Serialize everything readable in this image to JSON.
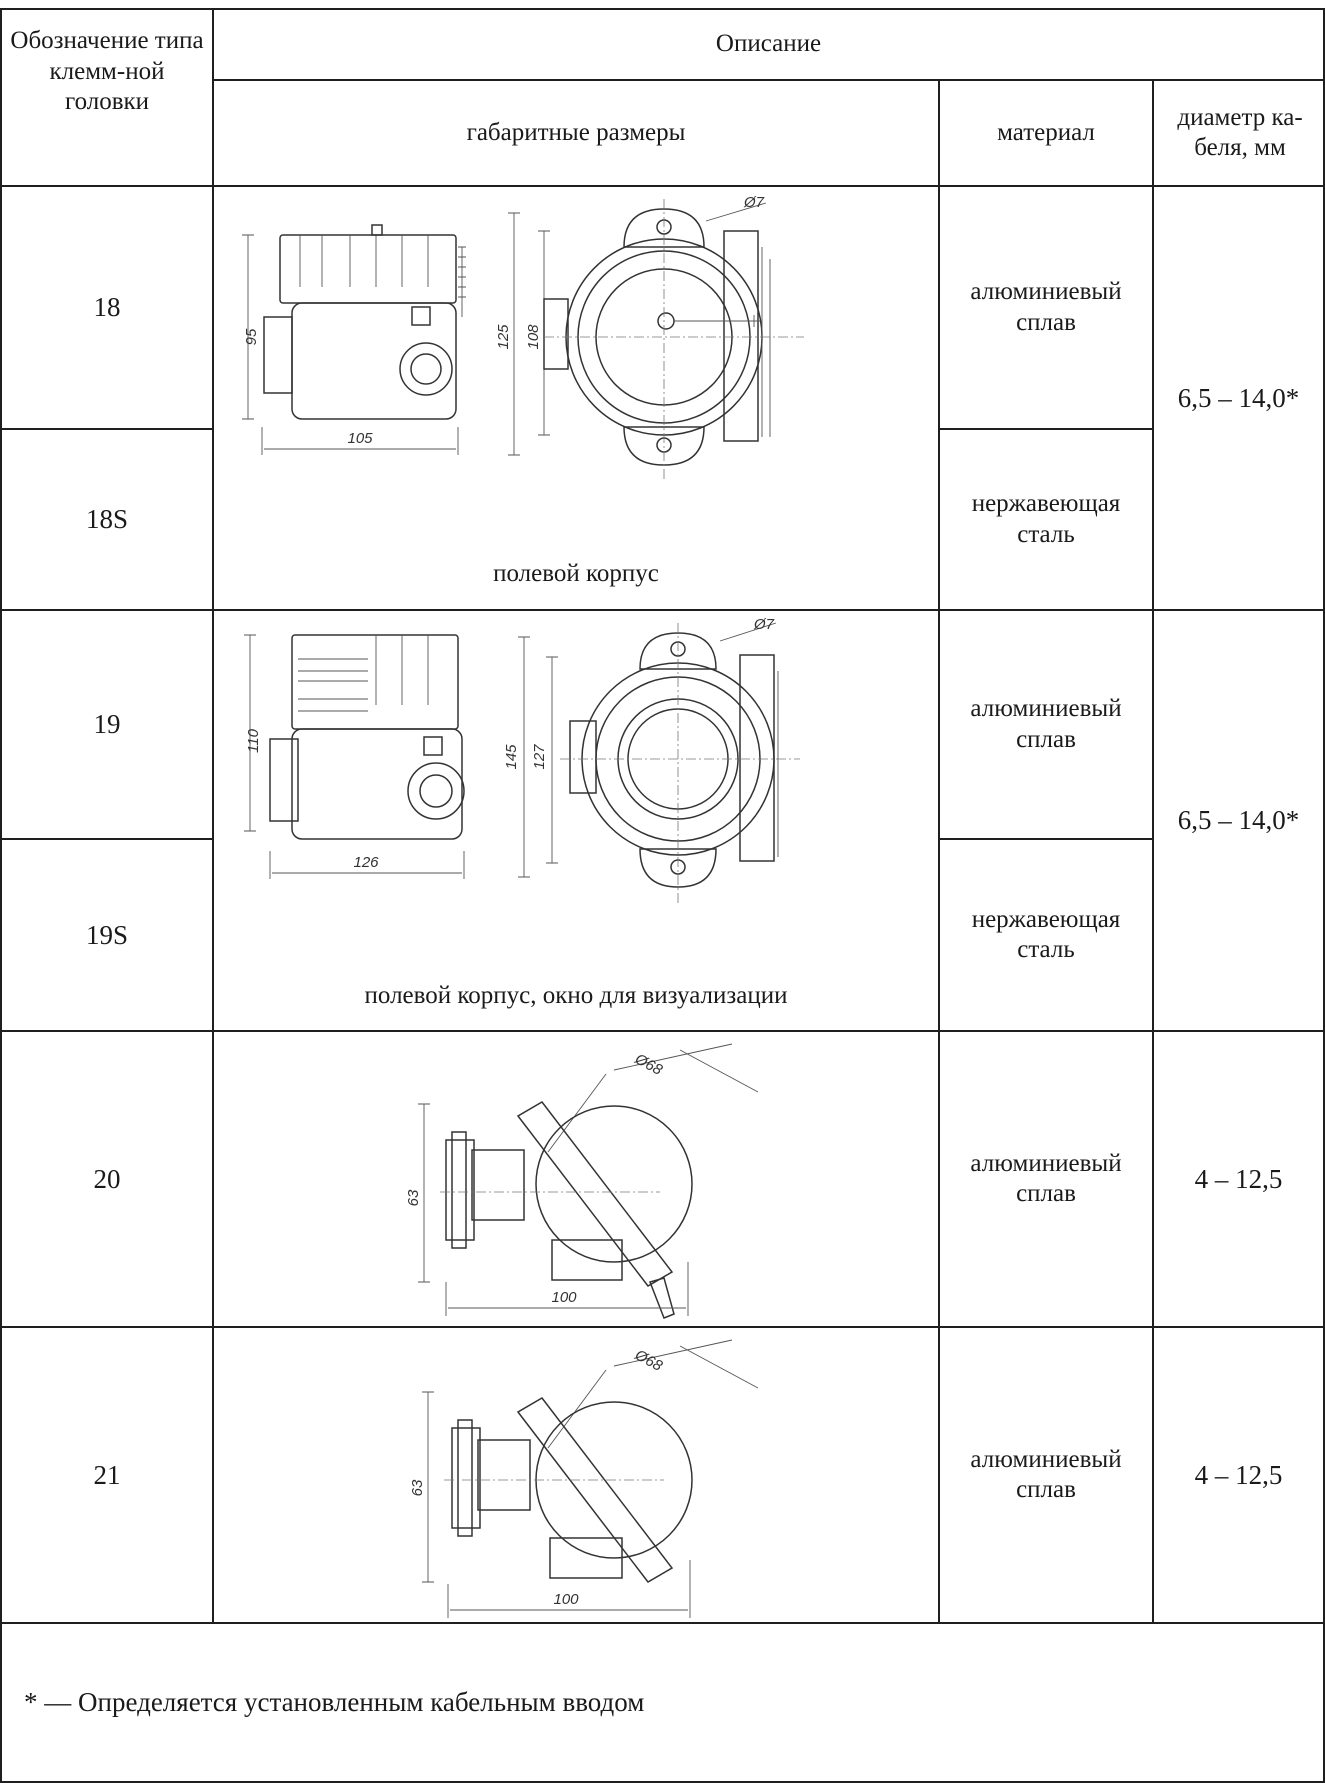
{
  "table": {
    "header": {
      "designation": "Обозначение типа клемм-ной головки",
      "description": "Описание",
      "dimensions": "габаритные размеры",
      "material": "материал",
      "cable_diameter": "диаметр ка-беля, мм"
    },
    "rows": [
      {
        "designation": "18",
        "material": "алюминиевый сплав",
        "cable": "6,5 – 14,0*"
      },
      {
        "designation": "18S",
        "material": "нержавеющая сталь"
      },
      {
        "designation": "19",
        "material": "алюминиевый сплав",
        "cable": "6,5 – 14,0*"
      },
      {
        "designation": "19S",
        "material": "нержавеющая сталь"
      },
      {
        "designation": "20",
        "material": "алюминиевый сплав",
        "cable": "4 – 12,5"
      },
      {
        "designation": "21",
        "material": "алюминиевый сплав",
        "cable": "4 – 12,5"
      }
    ],
    "captions": {
      "g18": "полевой корпус",
      "g19": "полевой корпус, окно для визуализации"
    },
    "dims": {
      "g18": {
        "height_side": "95",
        "width_side": "105",
        "height_front_outer": "125",
        "height_front_inner": "108",
        "hole": "Ø7"
      },
      "g19": {
        "height_side": "110",
        "width_side": "126",
        "height_front_outer": "145",
        "height_front_inner": "127",
        "hole": "Ø7"
      },
      "g20": {
        "diameter": "Ø68",
        "height": "63",
        "width": "100"
      },
      "g21": {
        "diameter": "Ø68",
        "height": "63",
        "width": "100"
      }
    },
    "footnote": "* — Определяется установленным кабельным вводом"
  }
}
